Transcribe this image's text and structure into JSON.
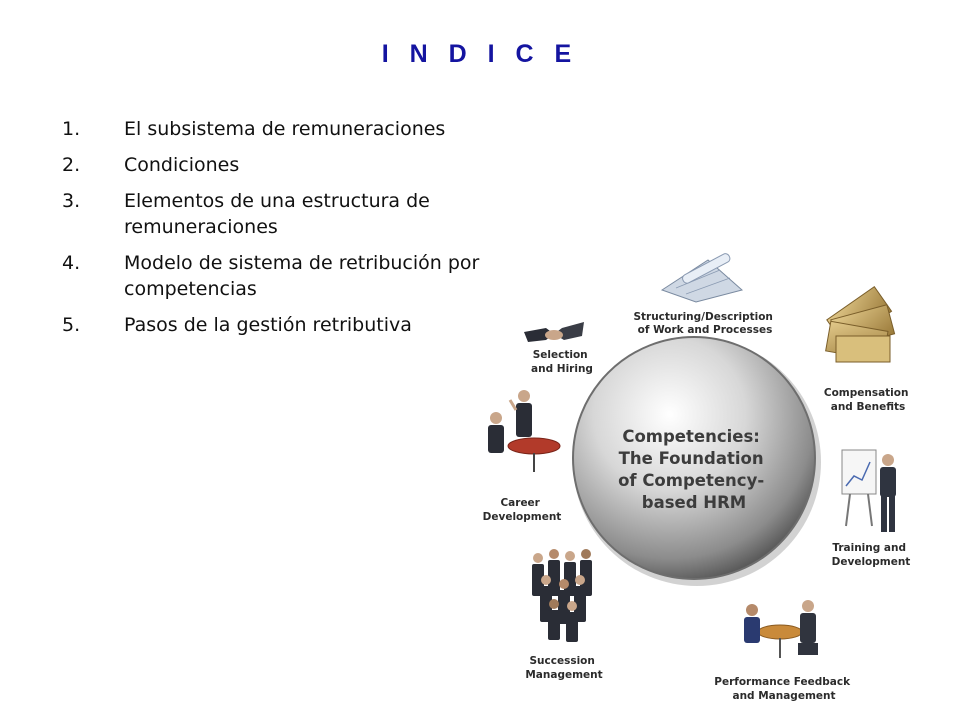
{
  "title": "I N D I C E",
  "items": [
    {
      "num": "1.",
      "text": "El subsistema de remuneraciones"
    },
    {
      "num": "2.",
      "text": "Condiciones"
    },
    {
      "num": "3.",
      "text": "Elementos de una estructura de remuneraciones"
    },
    {
      "num": "4.",
      "text": "Modelo de sistema de retribución por competencias"
    },
    {
      "num": "5.",
      "text": "Pasos de la gestión retributiva"
    }
  ],
  "diagram": {
    "center": [
      "Competencies:",
      "The Foundation",
      "of Competency-",
      "based HRM"
    ],
    "nodes": {
      "structuring": [
        "Structuring/Description",
        "of Work and Processes"
      ],
      "compensation": [
        "Compensation",
        "and Benefits"
      ],
      "training": [
        "Training and",
        "Development"
      ],
      "performance": [
        "Performance Feedback",
        "and Management"
      ],
      "succession": [
        "Succession",
        "Management"
      ],
      "career": [
        "Career",
        "Development"
      ],
      "selection": [
        "Selection",
        "and Hiring"
      ]
    }
  },
  "colors": {
    "title": "#1414a0"
  }
}
